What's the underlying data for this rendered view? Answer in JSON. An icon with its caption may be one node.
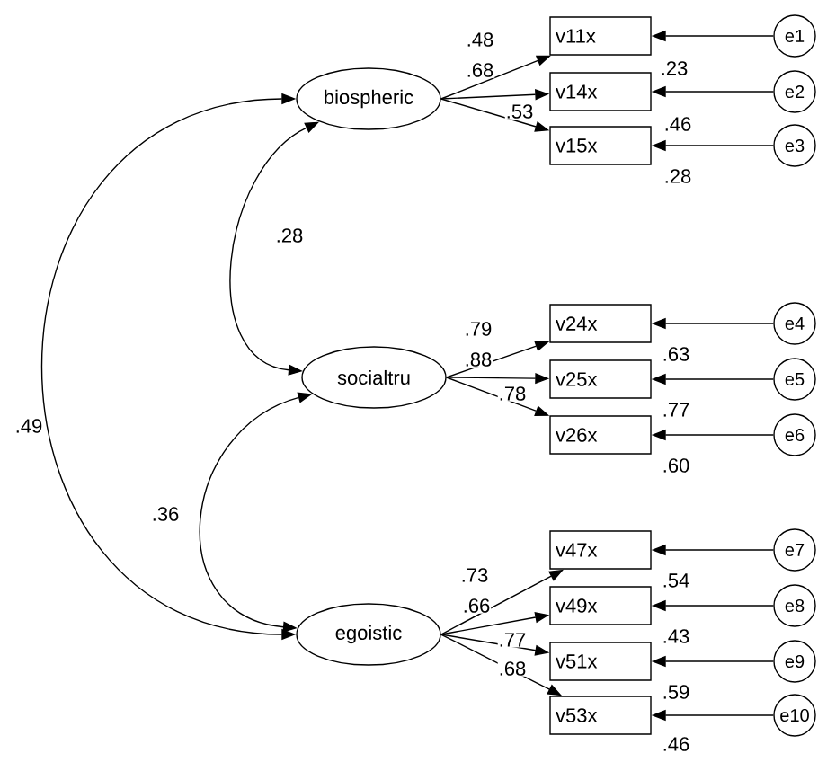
{
  "diagram": {
    "nodes": [
      {
        "text": [
          "biospheric"
        ]
      },
      {
        "text": [
          "socialtru"
        ]
      },
      {
        "text": [
          "egoistic"
        ]
      },
      {
        "text": [
          "v11x"
        ],
        "beside": [
          ".23"
        ]
      },
      {
        "text": [
          "v14x"
        ],
        "beside": [
          ".46"
        ]
      },
      {
        "text": [
          "v15x"
        ],
        "beside": [
          ".28"
        ]
      },
      {
        "text": [
          "v24x"
        ],
        "beside": [
          ".63"
        ]
      },
      {
        "text": [
          "v25x"
        ],
        "beside": [
          ".77"
        ]
      },
      {
        "text": [
          "v26x"
        ],
        "beside": [
          ".60"
        ]
      },
      {
        "text": [
          "v47x"
        ],
        "beside": [
          ".54"
        ]
      },
      {
        "text": [
          "v49x"
        ],
        "beside": [
          ".43"
        ]
      },
      {
        "text": [
          "v51x"
        ],
        "beside": [
          ".59"
        ]
      },
      {
        "text": [
          "v53x"
        ],
        "beside": [
          ".46"
        ]
      },
      {
        "text": [
          "e1"
        ]
      },
      {
        "text": [
          "e2"
        ]
      },
      {
        "text": [
          "e3"
        ]
      },
      {
        "text": [
          "e4"
        ]
      },
      {
        "text": [
          "e5"
        ]
      },
      {
        "text": [
          "e6"
        ]
      },
      {
        "text": [
          "e7"
        ]
      },
      {
        "text": [
          "e8"
        ]
      },
      {
        "text": [
          "e9"
        ]
      },
      {
        "text": [
          "e10"
        ]
      }
    ],
    "edges": [
      {
        "from": 0,
        "to": 3,
        "arrow": "to",
        "label": ".48"
      },
      {
        "from": 0,
        "to": 4,
        "arrow": "to",
        "label": ".68"
      },
      {
        "from": 0,
        "to": 5,
        "arrow": "to",
        "label": ".53"
      },
      {
        "from": 1,
        "to": 6,
        "arrow": "to",
        "label": ".79"
      },
      {
        "from": 1,
        "to": 7,
        "arrow": "to",
        "label": ".88"
      },
      {
        "from": 1,
        "to": 8,
        "arrow": "to",
        "label": ".78"
      },
      {
        "from": 2,
        "to": 9,
        "arrow": "to",
        "label": ".73"
      },
      {
        "from": 2,
        "to": 10,
        "arrow": "to",
        "label": ".66"
      },
      {
        "from": 2,
        "to": 11,
        "arrow": "to",
        "label": ".77"
      },
      {
        "from": 2,
        "to": 12,
        "arrow": "to",
        "label": ".68"
      },
      {
        "from": 13,
        "to": 3,
        "arrow": "to"
      },
      {
        "from": 14,
        "to": 4,
        "arrow": "to"
      },
      {
        "from": 15,
        "to": 5,
        "arrow": "to"
      },
      {
        "from": 16,
        "to": 6,
        "arrow": "to"
      },
      {
        "from": 17,
        "to": 7,
        "arrow": "to"
      },
      {
        "from": 18,
        "to": 8,
        "arrow": "to"
      },
      {
        "from": 19,
        "to": 9,
        "arrow": "to"
      },
      {
        "from": 20,
        "to": 10,
        "arrow": "to"
      },
      {
        "from": 21,
        "to": 11,
        "arrow": "to"
      },
      {
        "from": 22,
        "to": 12,
        "arrow": "to"
      },
      {
        "from": 0,
        "to": 1,
        "arrow": "both",
        "label": ".28"
      },
      {
        "from": 1,
        "to": 2,
        "arrow": "both",
        "label": ".36"
      },
      {
        "from": 0,
        "to": 2,
        "arrow": "both",
        "label": ".49"
      }
    ]
  }
}
